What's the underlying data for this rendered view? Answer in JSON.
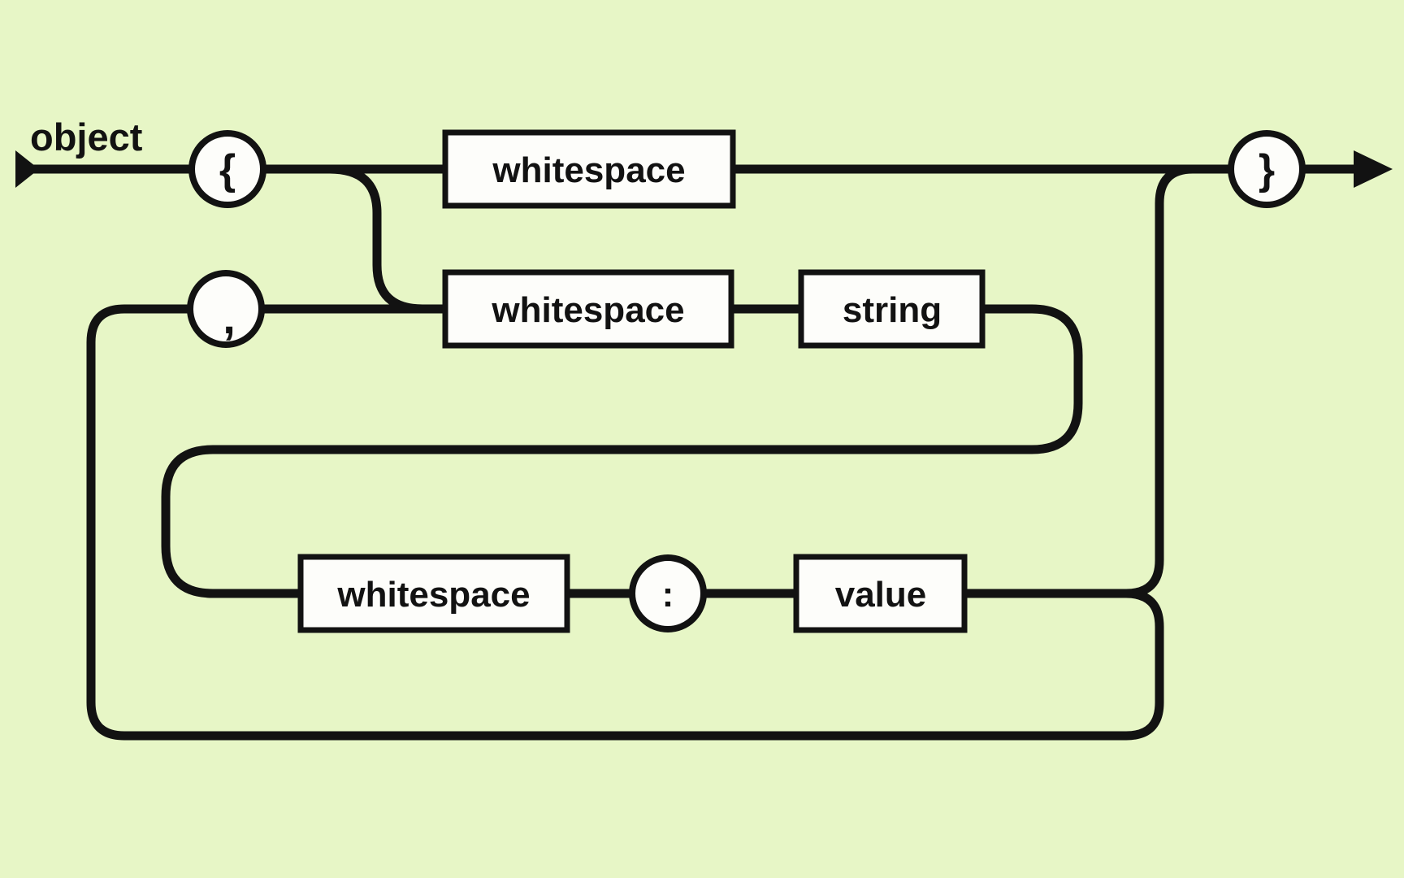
{
  "diagram": {
    "title": "object",
    "colors": {
      "background": "#e7f6c6",
      "line": "#121212",
      "node_fill": "#fdfdfa",
      "text": "#121212"
    },
    "terminals": {
      "open_brace": "{",
      "comma": ",",
      "colon": ":",
      "close_brace": "}"
    },
    "rules": {
      "whitespace_top": "whitespace",
      "whitespace_middle": "whitespace",
      "string": "string",
      "whitespace_bottom": "whitespace",
      "value": "value"
    }
  }
}
